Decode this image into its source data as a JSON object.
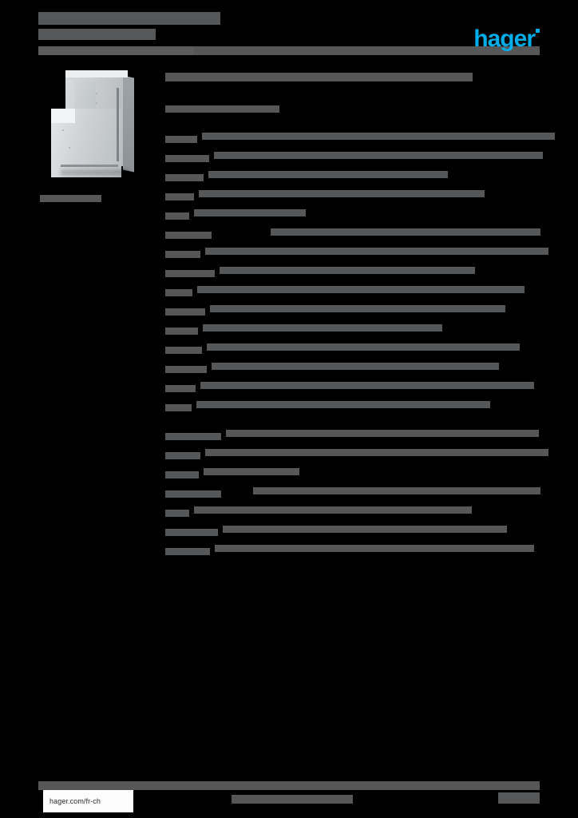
{
  "document": {
    "kind": "product-datasheet",
    "brand": "hager",
    "locale_url": "hager.com/fr-ch",
    "background_color": "#000000",
    "redaction_color": "#555758",
    "accent_color": "#00ade9"
  },
  "header": {
    "title_line_1_redacted": true,
    "title_line_1_width": 228,
    "title_line_2_redacted": true,
    "title_line_2_width": 147,
    "rule_width": 628,
    "logo_text": "hager",
    "logo_color": "#00ade9"
  },
  "product": {
    "image_alt": "cable-trunking-corner-angle-piece",
    "image_color": "#cdd1d4",
    "caption_redacted": true,
    "caption_width": 77
  },
  "main": {
    "section_heading_redacted": true,
    "section_heading_width": 385,
    "section_subheading_redacted": true,
    "section_subheading_width": 143
  },
  "spec_tables": [
    {
      "name": "technical-characteristics",
      "rows": [
        {
          "label_width": 40,
          "label_height": 9,
          "value_width": 442,
          "value_height": 9,
          "value_align": "left"
        },
        {
          "label_width": 55,
          "label_height": 9,
          "value_width": 412,
          "value_height": 9,
          "value_align": "left"
        },
        {
          "label_width": 48,
          "label_height": 9,
          "value_width": 300,
          "value_height": 9,
          "value_align": "left"
        },
        {
          "label_width": 36,
          "label_height": 9,
          "value_width": 358,
          "value_height": 9,
          "value_align": "left"
        },
        {
          "label_width": 30,
          "label_height": 9,
          "value_width": 140,
          "value_height": 9,
          "value_align": "left"
        },
        {
          "label_width": 58,
          "label_height": 9,
          "value_width": 338,
          "value_height": 9,
          "value_align": "right"
        },
        {
          "label_width": 44,
          "label_height": 9,
          "value_width": 430,
          "value_height": 9,
          "value_align": "left"
        },
        {
          "label_width": 62,
          "label_height": 9,
          "value_width": 320,
          "value_height": 9,
          "value_align": "left"
        },
        {
          "label_width": 34,
          "label_height": 9,
          "value_width": 410,
          "value_height": 9,
          "value_align": "left"
        },
        {
          "label_width": 50,
          "label_height": 9,
          "value_width": 370,
          "value_height": 9,
          "value_align": "left"
        },
        {
          "label_width": 41,
          "label_height": 9,
          "value_width": 300,
          "value_height": 9,
          "value_align": "left"
        },
        {
          "label_width": 46,
          "label_height": 9,
          "value_width": 392,
          "value_height": 9,
          "value_align": "left"
        },
        {
          "label_width": 52,
          "label_height": 9,
          "value_width": 360,
          "value_height": 9,
          "value_align": "left"
        },
        {
          "label_width": 38,
          "label_height": 9,
          "value_width": 418,
          "value_height": 9,
          "value_align": "left"
        },
        {
          "label_width": 33,
          "label_height": 9,
          "value_width": 368,
          "value_height": 9,
          "value_align": "left"
        }
      ]
    },
    {
      "name": "logistics-and-ordering",
      "rows": [
        {
          "label_width": 70,
          "label_height": 9,
          "value_width": 392,
          "value_height": 9,
          "value_align": "left"
        },
        {
          "label_width": 44,
          "label_height": 9,
          "value_width": 430,
          "value_height": 9,
          "value_align": "left"
        },
        {
          "label_width": 42,
          "label_height": 9,
          "value_width": 120,
          "value_height": 9,
          "value_align": "left"
        },
        {
          "label_width": 70,
          "label_height": 9,
          "value_width": 360,
          "value_height": 9,
          "value_align": "right"
        },
        {
          "label_width": 30,
          "label_height": 9,
          "value_width": 348,
          "value_height": 9,
          "value_align": "left"
        },
        {
          "label_width": 66,
          "label_height": 9,
          "value_width": 356,
          "value_height": 9,
          "value_align": "left"
        },
        {
          "label_width": 56,
          "label_height": 9,
          "value_width": 400,
          "value_height": 9,
          "value_align": "left"
        }
      ]
    }
  ],
  "footer": {
    "badge_text": "hager.com/fr-ch",
    "center_redacted": true,
    "center_width": 152,
    "right_redacted": true,
    "right_width": 52,
    "rule_width": 628
  }
}
